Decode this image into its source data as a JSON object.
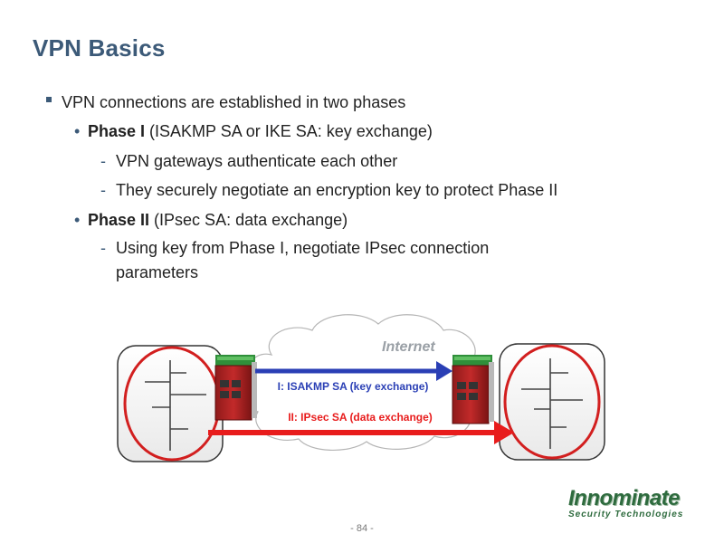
{
  "slide": {
    "title": "VPN Basics",
    "page_number": "- 84 -"
  },
  "bullets": {
    "main": "VPN connections are established in two phases",
    "phase1_bold": "Phase I",
    "phase1_rest": " (ISAKMP SA or IKE SA: key exchange)",
    "phase1_sub1": "VPN gateways authenticate each other",
    "phase1_sub2": "They securely negotiate an encryption key to protect Phase II",
    "phase2_bold": "Phase II",
    "phase2_rest": " (IPsec SA: data exchange)",
    "phase2_sub1_line1": "Using key from Phase I, negotiate IPsec connection",
    "phase2_sub1_line2": "parameters"
  },
  "diagram": {
    "cloud_label": "Internet",
    "isakmp_label": "I: ISAKMP SA (key exchange)",
    "ipsec_label": "II: IPsec SA (data exchange)",
    "colors": {
      "isakmp": "#2a3fb5",
      "ipsec": "#e81c1c",
      "circle": "#d21f1f",
      "cloud_text": "#9aa0a6"
    }
  },
  "logo": {
    "name": "Innominate",
    "tagline": "Security Technologies"
  }
}
